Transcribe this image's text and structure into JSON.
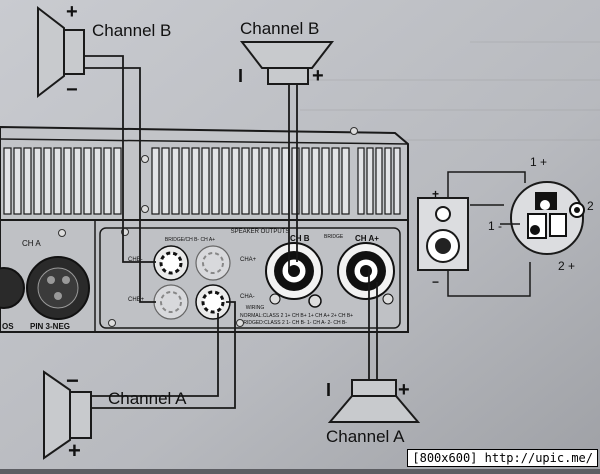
{
  "speakers": {
    "top_left_label": "Channel B",
    "top_center_label": "Channel B",
    "bottom_left_label": "Channel A",
    "bottom_right_label": "Channel A"
  },
  "polarity": {
    "plus": "+",
    "minus": "−",
    "minus_bar": "I"
  },
  "panel": {
    "speaker_outputs": "SPEAKER OUTPUTS",
    "bridge_header": "BRIDGE/CH B- CH A+",
    "cha_label": "CH A",
    "pin_label": "PIN 3-NEG",
    "os_label": "OS",
    "chb_plus": "CHB+",
    "chb_minus": "CHB-",
    "cha_plus": "CHA+",
    "cha_minus": "CHA-",
    "chb_big": "CH B",
    "cha_big": "CH A+",
    "bridge_small": "BRIDGE",
    "wiring_title": "WIRING",
    "wiring_normal": "NORMAL:CLASS 2  1+ CH B+   1+ CH A+   2+ CH B+",
    "wiring_bridged": "BRIDGED:CLASS 2  1- CH B-   1- CH A-   2- CH B-"
  },
  "connector": {
    "pin_1plus": "1 +",
    "pin_1minus": "1 -",
    "pin_2": "2",
    "pin_2plus": "2 +",
    "box_plus": "+",
    "box_minus": "−"
  },
  "watermark": "[800x600] http://upic.me/",
  "colors": {
    "page": "#b9bbc0",
    "ink": "#151515",
    "background": "#5d5e63"
  }
}
